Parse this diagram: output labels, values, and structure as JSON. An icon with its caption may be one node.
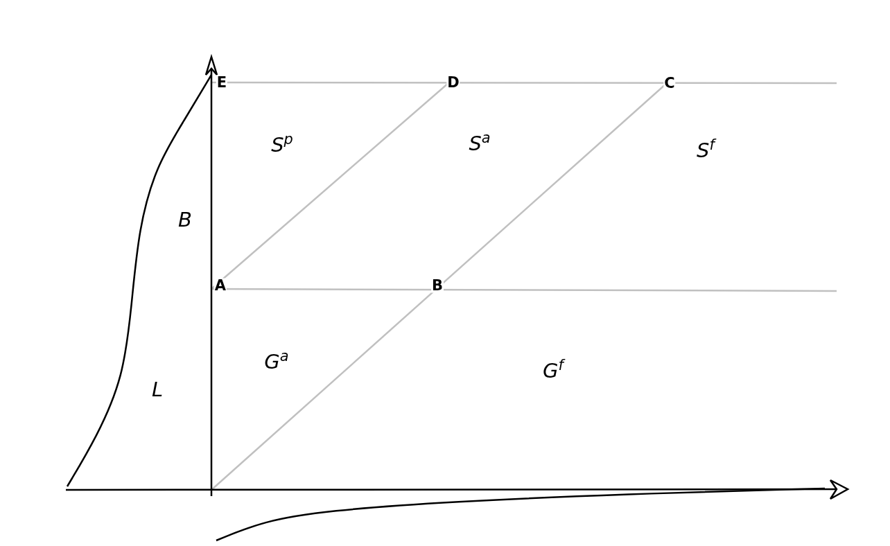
{
  "diagram": {
    "labels": [
      "E",
      "D",
      "C",
      "S$^{p}$",
      "S$^{a}$",
      "S$^{f}$",
      "B",
      "A",
      "B",
      "G$^{a}$",
      "G$^{f}$",
      "L"
    ]
  }
}
